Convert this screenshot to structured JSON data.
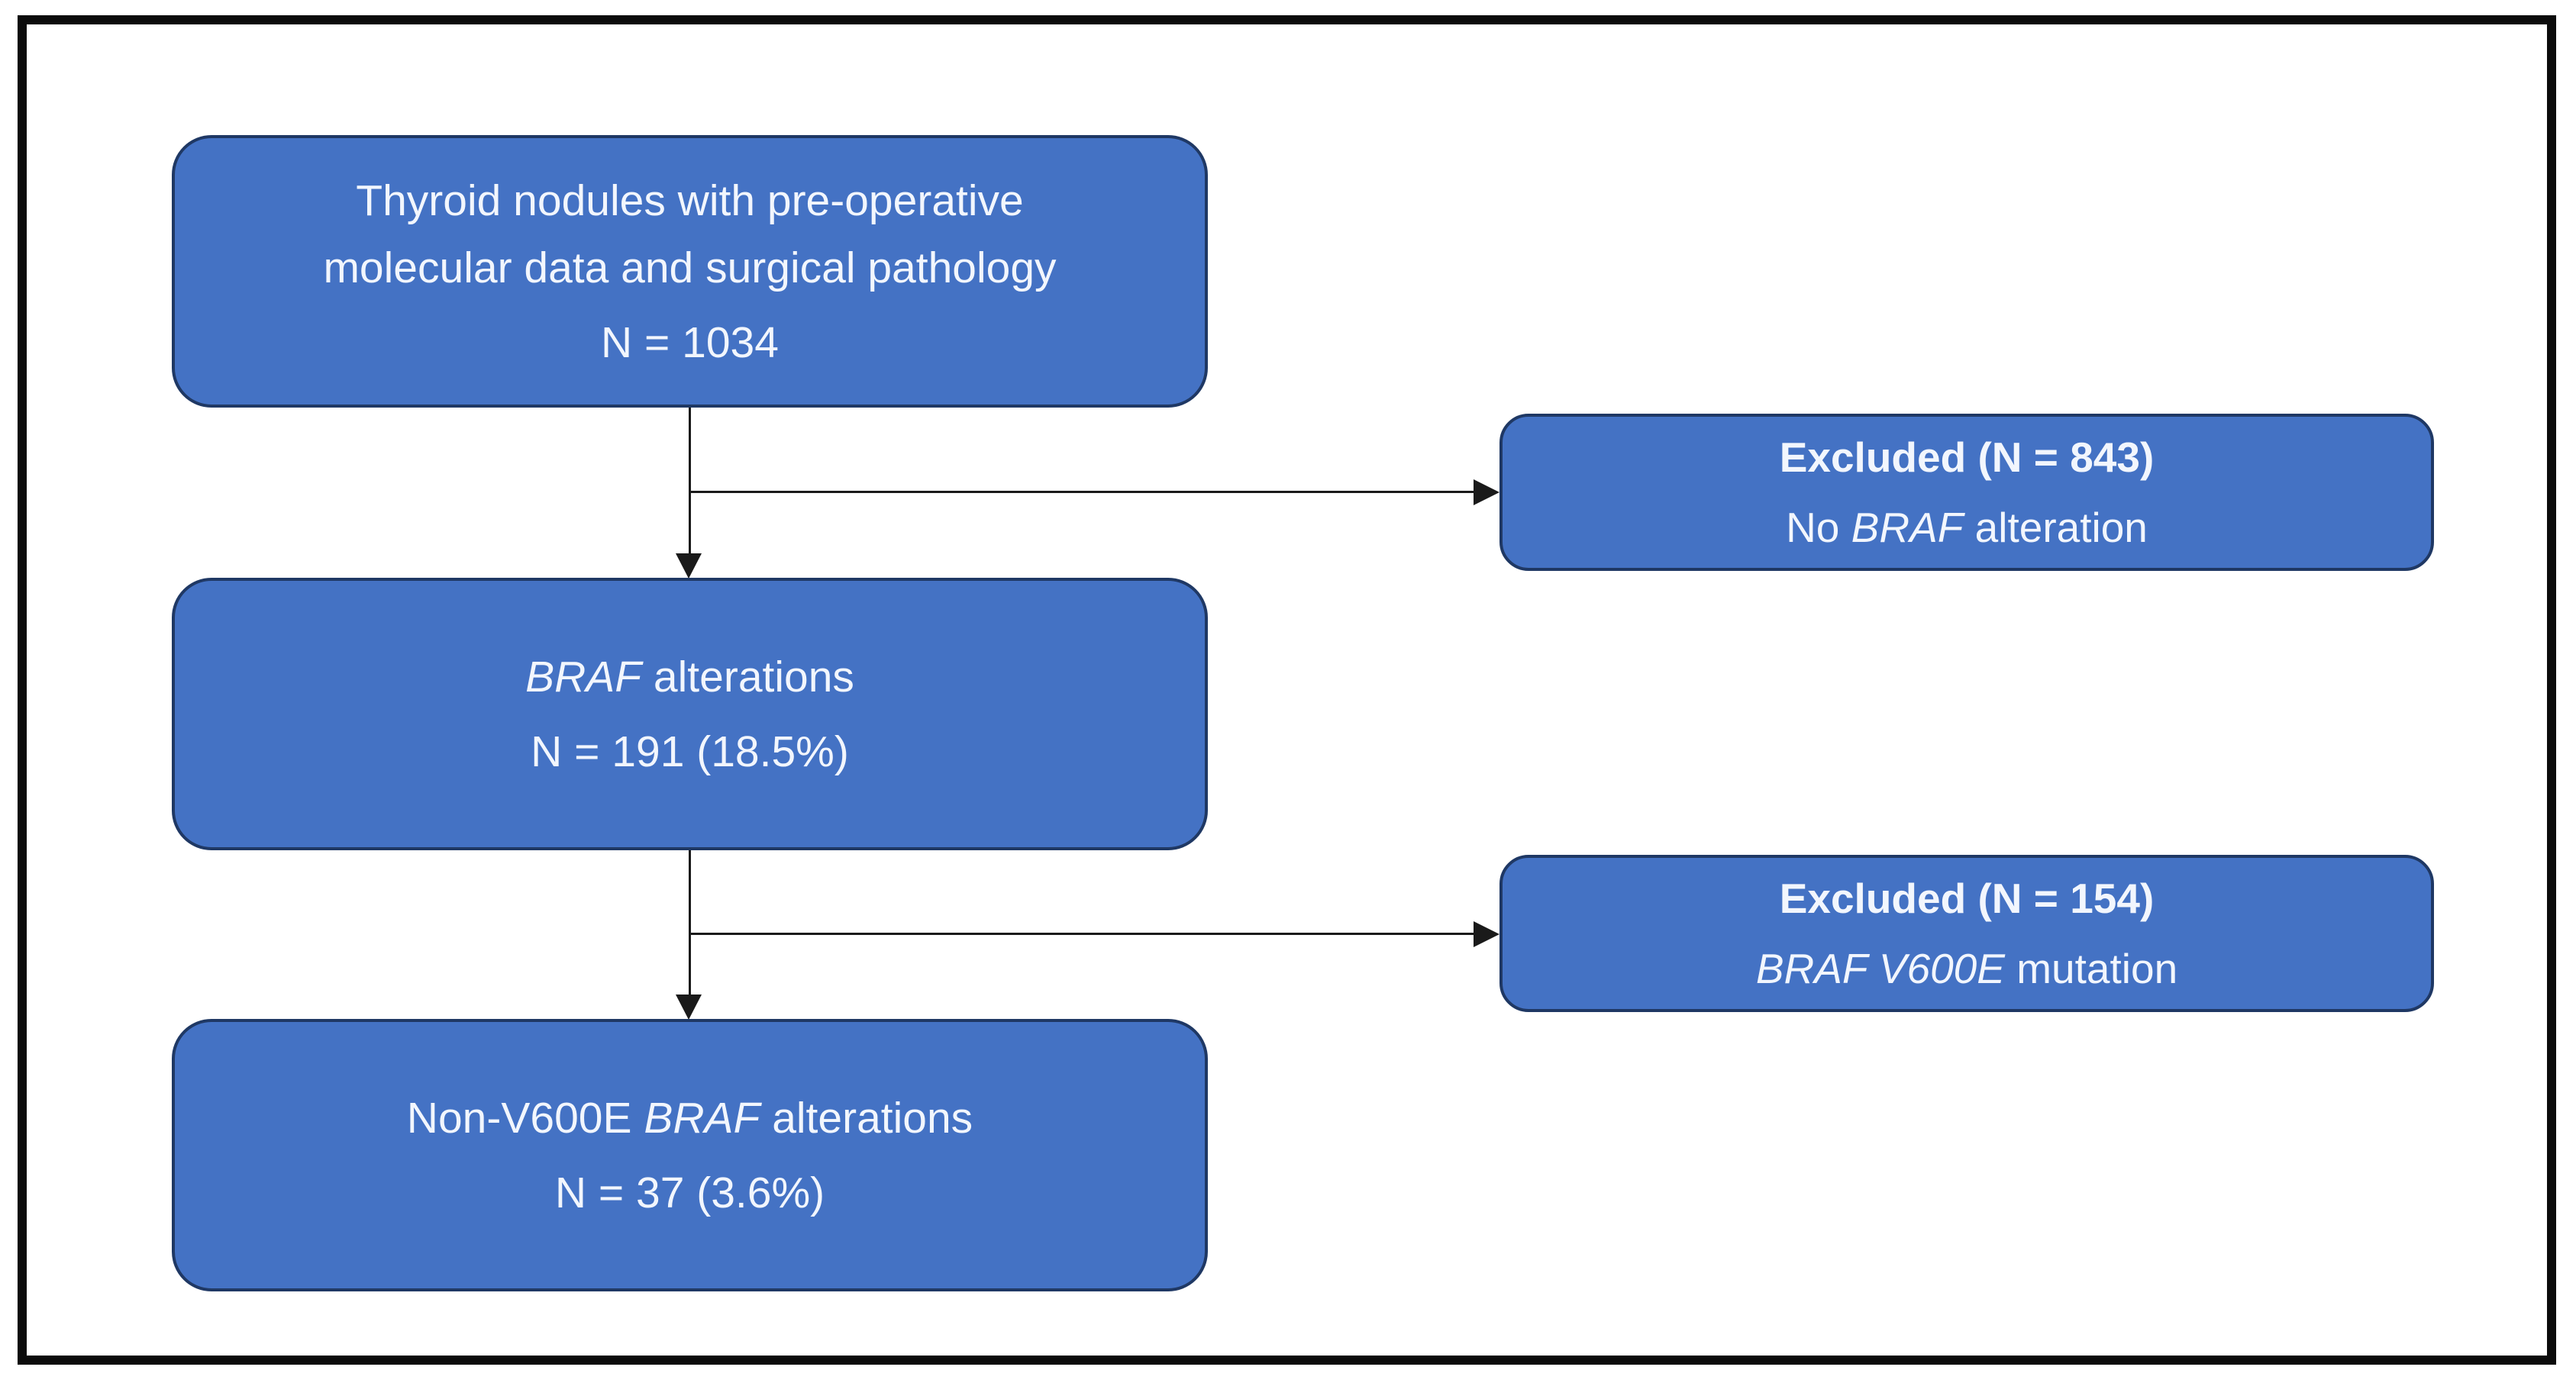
{
  "diagram": {
    "top_box": {
      "line1": "Thyroid nodules with pre-operative",
      "line2": "molecular data and surgical pathology",
      "count": "N = 1034"
    },
    "excluded1": {
      "title": "Excluded (N = 843)",
      "reason_prefix": "No ",
      "reason_italic": "BRAF",
      "reason_suffix": " alteration"
    },
    "braf_box": {
      "title_italic": "BRAF",
      "title_rest": " alterations",
      "count": "N = 191 (18.5%)"
    },
    "excluded2": {
      "title": "Excluded (N = 154)",
      "reason_italic": "BRAF V600E",
      "reason_suffix": " mutation"
    },
    "bottom_box": {
      "title_prefix": "Non-V600E ",
      "title_italic": "BRAF",
      "title_suffix": " alterations",
      "count": "N = 37 (3.6%)"
    },
    "colors": {
      "box_fill": "#4472C4",
      "box_border": "#1F3864",
      "box_text": "#F2F6FD",
      "connector": "#1a1a1a",
      "frame_border": "#0b0b0b",
      "background": "#ffffff"
    }
  }
}
